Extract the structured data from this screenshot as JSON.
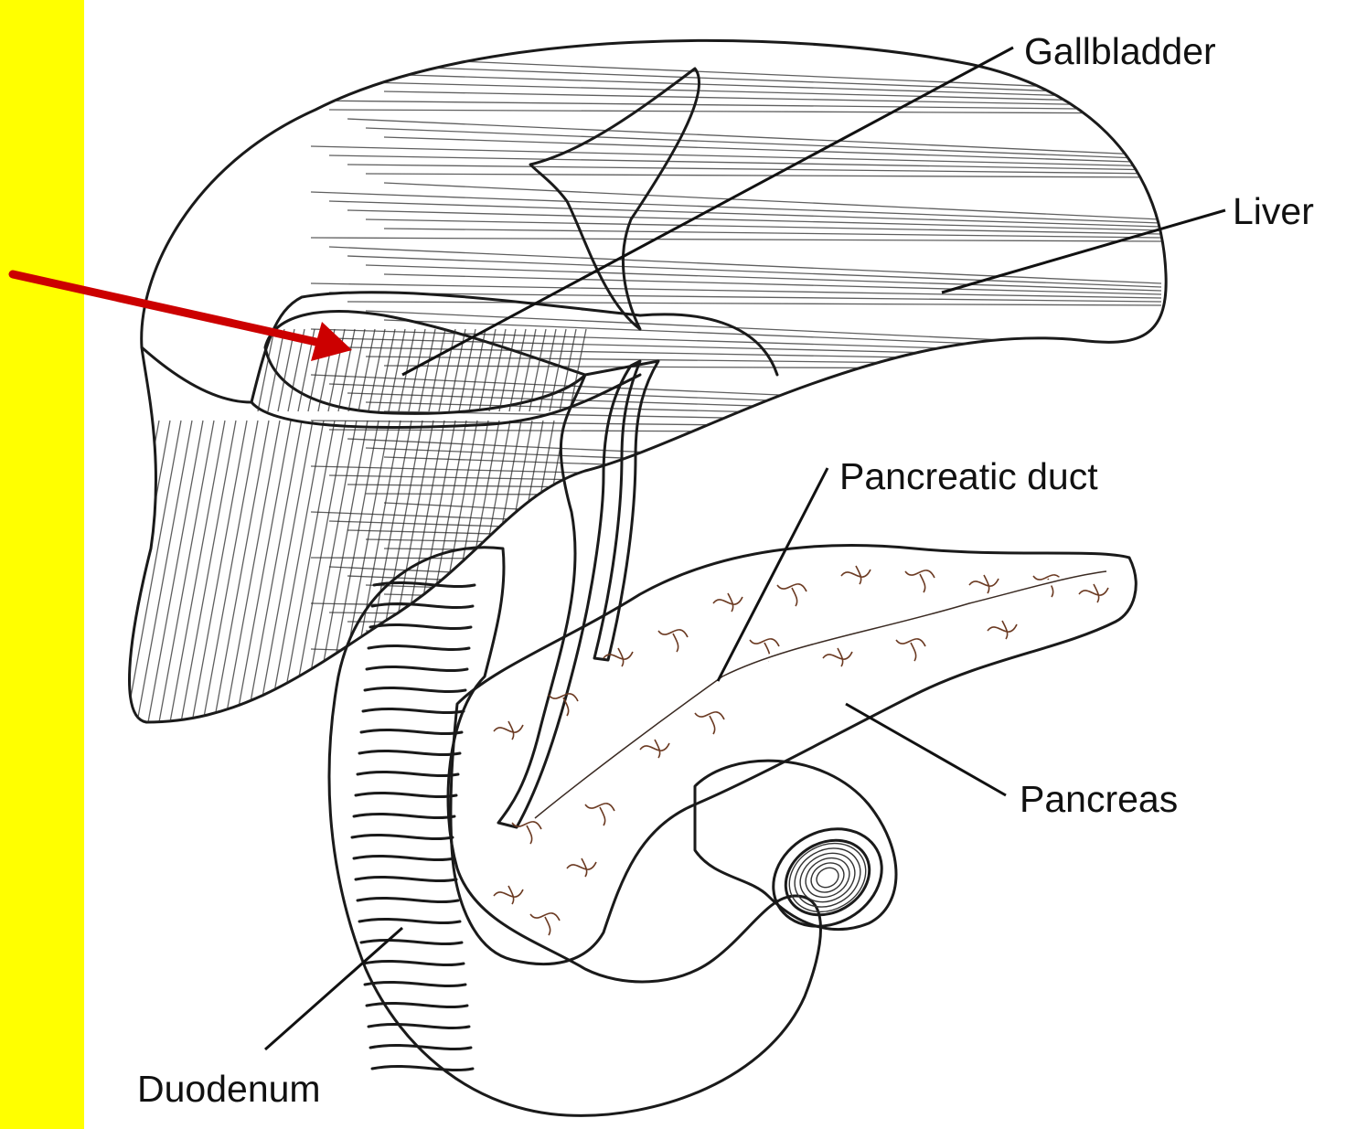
{
  "colors": {
    "side_bar": "#ffff00",
    "pointer_arrow": "#cc0000",
    "pancreas_fill": "#d9936b",
    "ink": "#111111"
  },
  "labels": {
    "gallbladder": "Gallbladder",
    "liver": "Liver",
    "pancreatic_duct": "Pancreatic duct",
    "pancreas": "Pancreas",
    "duodenum": "Duodenum"
  },
  "pointer": {
    "icon": "red-arrow-icon",
    "target": "Gallbladder"
  }
}
